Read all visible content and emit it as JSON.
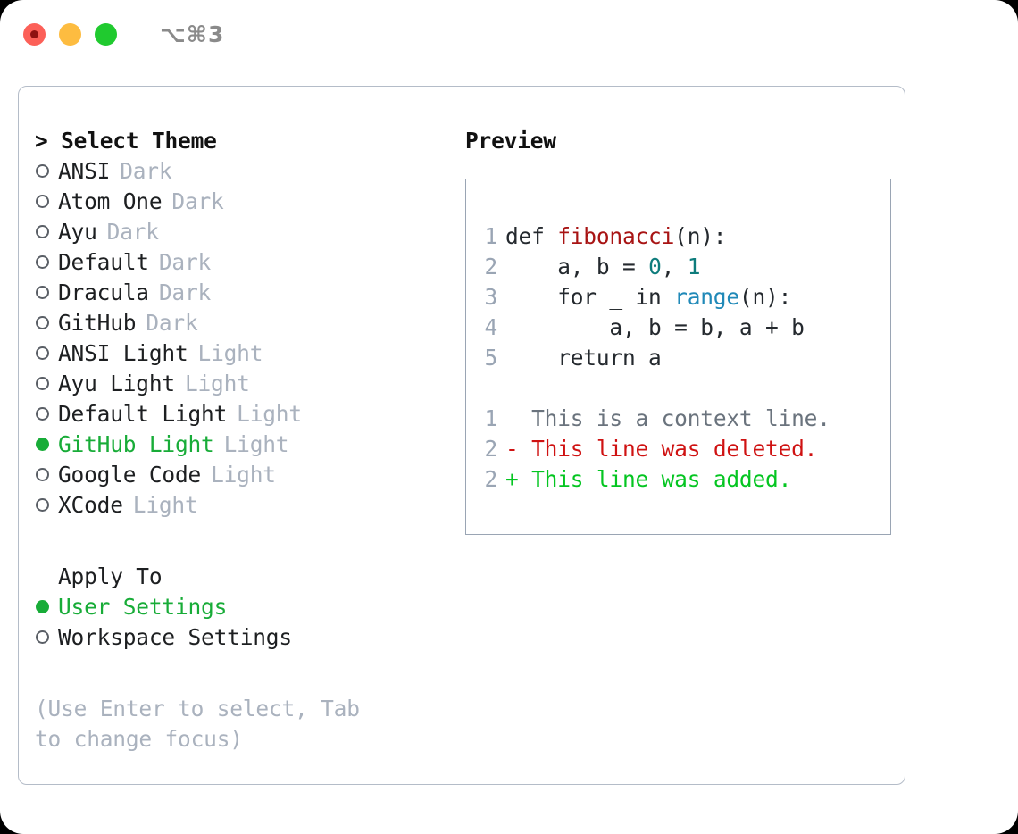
{
  "window": {
    "shortcut": "⌥⌘3",
    "traffic_lights": [
      {
        "name": "close",
        "color": "#fc6058"
      },
      {
        "name": "minimize",
        "color": "#fdbc40"
      },
      {
        "name": "maximize",
        "color": "#20ca2f"
      }
    ]
  },
  "theme_panel": {
    "header": "> Select Theme",
    "options": [
      {
        "label": "ANSI",
        "tag": "Dark",
        "selected": false
      },
      {
        "label": "Atom One",
        "tag": "Dark",
        "selected": false
      },
      {
        "label": "Ayu",
        "tag": "Dark",
        "selected": false
      },
      {
        "label": "Default",
        "tag": "Dark",
        "selected": false
      },
      {
        "label": "Dracula",
        "tag": "Dark",
        "selected": false
      },
      {
        "label": "GitHub",
        "tag": "Dark",
        "selected": false
      },
      {
        "label": "ANSI Light",
        "tag": "Light",
        "selected": false
      },
      {
        "label": "Ayu Light",
        "tag": "Light",
        "selected": false
      },
      {
        "label": "Default Light",
        "tag": "Light",
        "selected": false
      },
      {
        "label": "GitHub Light",
        "tag": "Light",
        "selected": true
      },
      {
        "label": "Google Code",
        "tag": "Light",
        "selected": false
      },
      {
        "label": "XCode",
        "tag": "Light",
        "selected": false
      }
    ]
  },
  "apply_to": {
    "title": "Apply To",
    "options": [
      {
        "label": "User Settings",
        "selected": true
      },
      {
        "label": "Workspace Settings",
        "selected": false
      }
    ]
  },
  "hint": "(Use Enter to select, Tab to change focus)",
  "preview": {
    "title": "Preview",
    "code_lines": [
      {
        "num": "1",
        "segments": [
          {
            "text": "def ",
            "kind": "plain"
          },
          {
            "text": "fibonacci",
            "kind": "fn"
          },
          {
            "text": "(n):",
            "kind": "plain"
          }
        ]
      },
      {
        "num": "2",
        "segments": [
          {
            "text": "    a, b = ",
            "kind": "plain"
          },
          {
            "text": "0",
            "kind": "num"
          },
          {
            "text": ", ",
            "kind": "plain"
          },
          {
            "text": "1",
            "kind": "num"
          }
        ]
      },
      {
        "num": "3",
        "segments": [
          {
            "text": "    for _ in ",
            "kind": "plain"
          },
          {
            "text": "range",
            "kind": "call"
          },
          {
            "text": "(n):",
            "kind": "plain"
          }
        ]
      },
      {
        "num": "4",
        "segments": [
          {
            "text": "        a, b = b, a + b",
            "kind": "plain"
          }
        ]
      },
      {
        "num": "5",
        "segments": [
          {
            "text": "    return a",
            "kind": "plain"
          }
        ]
      }
    ],
    "diff_lines": [
      {
        "num": "1",
        "marker": " ",
        "text": "This is a context line.",
        "kind": "context"
      },
      {
        "num": "2",
        "marker": "-",
        "text": "This line was deleted.",
        "kind": "deleted"
      },
      {
        "num": "2",
        "marker": "+",
        "text": "This line was added.",
        "kind": "added"
      }
    ]
  },
  "colors": {
    "accent_green": "#18ac38",
    "muted": "#aab2be",
    "border": "#b4bcc8",
    "preview_border": "#9aa5b4",
    "fn_red": "#a81414",
    "num_teal": "#0e7c7c",
    "call_blue": "#2089b8",
    "diff_del_red": "#cf1212",
    "diff_add_green": "#04c521"
  }
}
